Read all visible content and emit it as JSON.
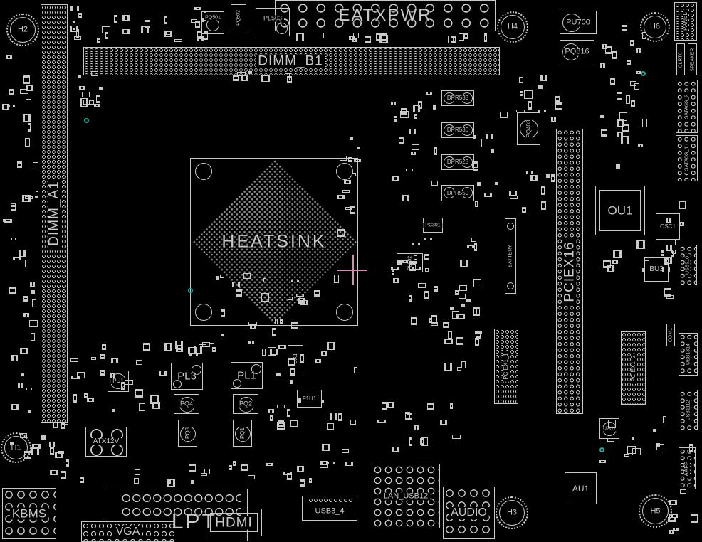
{
  "colors": {
    "background": "#000000",
    "silkscreen": "#c9c9c9",
    "bga_dot": "#8f8f8f",
    "teal_marker": "#26a69a",
    "pink_marker": "#d98cb3"
  },
  "components": {
    "h2": "H2",
    "dimm_a1": "DIMM_A1",
    "pq501": "PQ501",
    "pq502": "PQ502",
    "pl503": "PL503",
    "eatxpwr": "EATXPWR",
    "dimm_b1": "DIMM_B1",
    "h4": "H4",
    "pu700": "PU700",
    "pq816": "PQ816",
    "h6": "H6",
    "panel": "PANEL",
    "clrtc": "CLRTC",
    "speaker": "SPEAKER",
    "sata6g_2": "SATA6G_2",
    "sata6g_1": "SATA6G_1",
    "dpr533": "DPR533",
    "dpr536": "DPR536",
    "dpr523": "DPR523",
    "dpr550": "DPR550",
    "pq403": "PQ403",
    "heatsink": "HEATSINK",
    "pc301": "PC301",
    "pl502": "PL502",
    "battery": "BATTERY",
    "pciex16": "PCIEX16",
    "ou1": "OU1",
    "osc1": "OSC1",
    "bu3": "BU3",
    "usb910": "USB910",
    "sx1": "SX1",
    "f1u1": "F1U1",
    "pu1": "PU1",
    "pl3": "PL3",
    "pl1": "PL1",
    "pq4": "PQ4",
    "pq2": "PQ2",
    "pq8": "PQ8",
    "pq1": "PQ1",
    "pciex1_1": "PCIEX1_1",
    "pciex1_2": "PCIEX1_2",
    "com1": "COM1",
    "usb1314": "USB1314",
    "usb1112": "USB1112",
    "u2u1": "U2U1",
    "atx12v": "ATX12V",
    "h1": "H1",
    "kbms": "KBMS",
    "lpt": "LPT",
    "vga": "VGA",
    "hdmi": "HDMI",
    "usb3_4": "USB3_4",
    "lan_usb12": "LAN_USB12",
    "audio": "AUDIO",
    "h3": "H3",
    "au1": "AU1",
    "h5": "H5",
    "aafp": "AAFP"
  }
}
